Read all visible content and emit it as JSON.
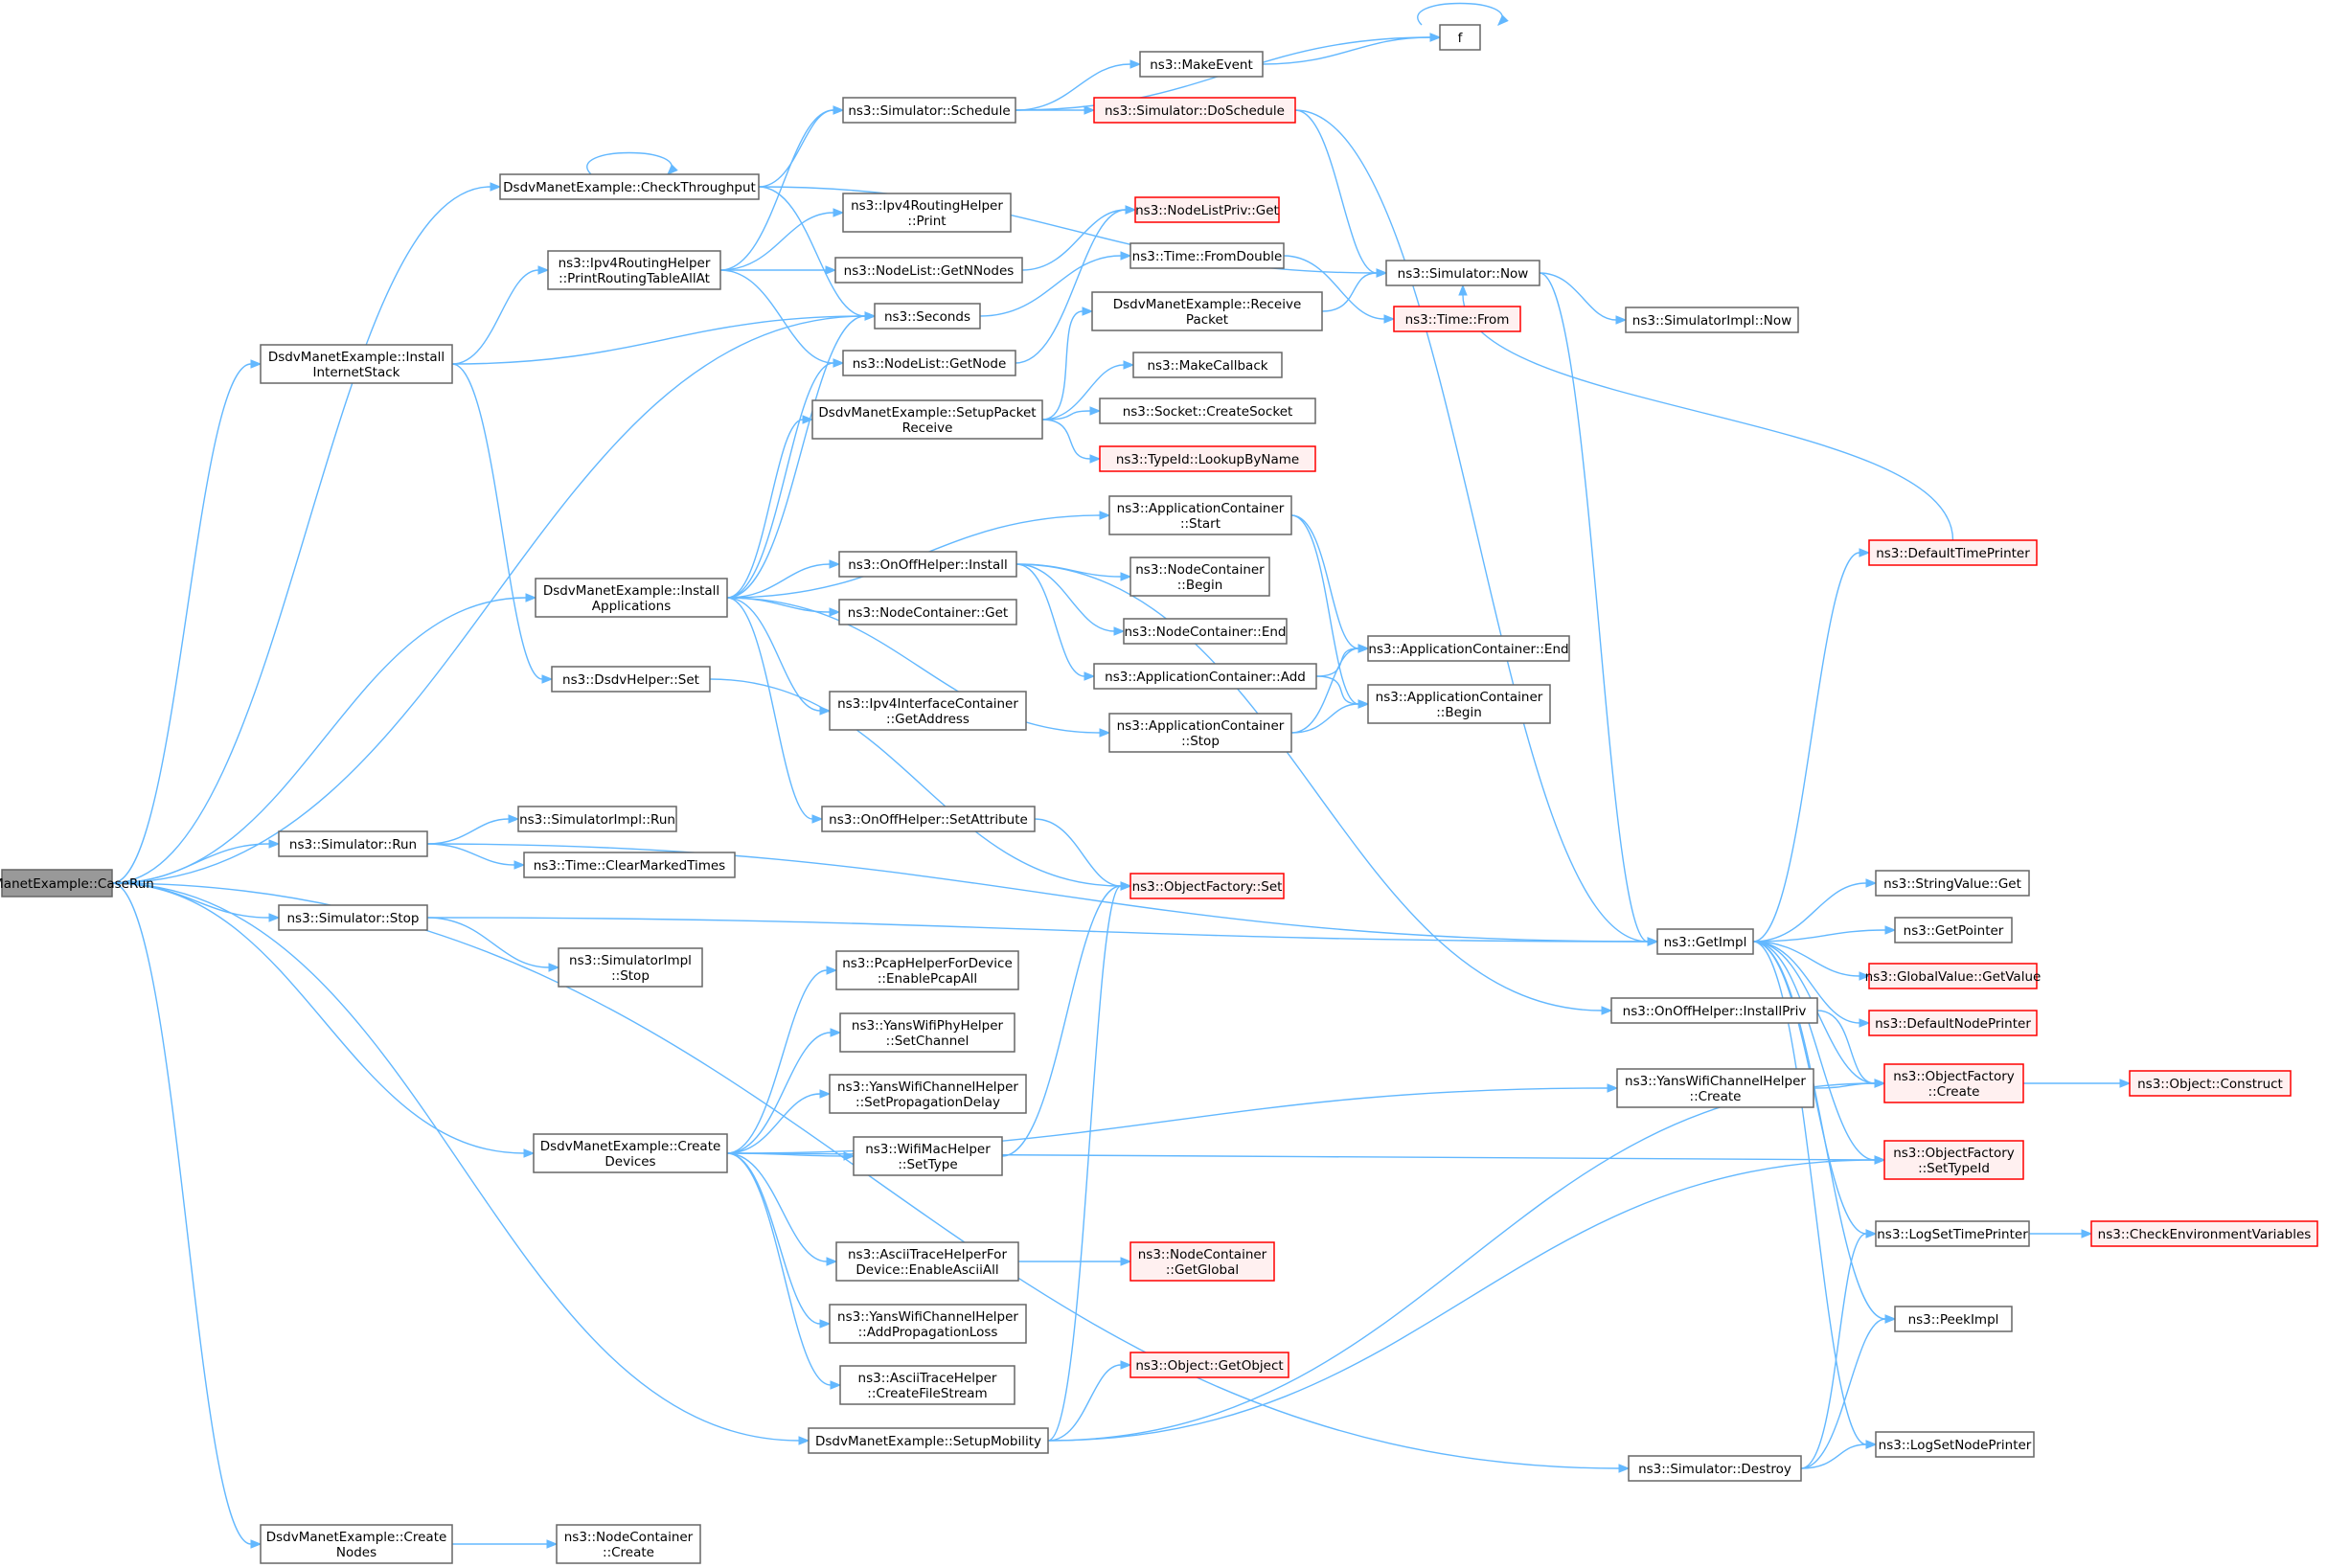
{
  "nodes": [
    {
      "id": "caseRun",
      "lines": [
        "DsdvManetExample::CaseRun"
      ],
      "style": "root"
    },
    {
      "id": "checkThroughput",
      "lines": [
        "DsdvManetExample::CheckThroughput"
      ],
      "style": "normal"
    },
    {
      "id": "installInternetStack",
      "lines": [
        "DsdvManetExample::Install",
        "InternetStack"
      ],
      "style": "normal"
    },
    {
      "id": "installApplications",
      "lines": [
        "DsdvManetExample::Install",
        "Applications"
      ],
      "style": "normal"
    },
    {
      "id": "simRun",
      "lines": [
        "ns3::Simulator::Run"
      ],
      "style": "normal"
    },
    {
      "id": "simStop",
      "lines": [
        "ns3::Simulator::Stop"
      ],
      "style": "normal"
    },
    {
      "id": "createDevices",
      "lines": [
        "DsdvManetExample::Create",
        "Devices"
      ],
      "style": "normal"
    },
    {
      "id": "setupMobility",
      "lines": [
        "DsdvManetExample::SetupMobility"
      ],
      "style": "normal"
    },
    {
      "id": "createNodes",
      "lines": [
        "DsdvManetExample::Create",
        "Nodes"
      ],
      "style": "normal"
    },
    {
      "id": "simDestroy",
      "lines": [
        "ns3::Simulator::Destroy"
      ],
      "style": "normal"
    },
    {
      "id": "schedule",
      "lines": [
        "ns3::Simulator::Schedule"
      ],
      "style": "normal"
    },
    {
      "id": "printRouting",
      "lines": [
        "ns3::Ipv4RoutingHelper",
        "::PrintRoutingTableAllAt"
      ],
      "style": "normal"
    },
    {
      "id": "seconds",
      "lines": [
        "ns3::Seconds"
      ],
      "style": "normal"
    },
    {
      "id": "dsdvSet",
      "lines": [
        "ns3::DsdvHelper::Set"
      ],
      "style": "normal"
    },
    {
      "id": "ipv4Print",
      "lines": [
        "ns3::Ipv4RoutingHelper",
        "::Print"
      ],
      "style": "normal"
    },
    {
      "id": "getNNodes",
      "lines": [
        "ns3::NodeList::GetNNodes"
      ],
      "style": "normal"
    },
    {
      "id": "getNode",
      "lines": [
        "ns3::NodeList::GetNode"
      ],
      "style": "normal"
    },
    {
      "id": "setupPacketReceive",
      "lines": [
        "DsdvManetExample::SetupPacket",
        "Receive"
      ],
      "style": "normal"
    },
    {
      "id": "onoffInstall",
      "lines": [
        "ns3::OnOffHelper::Install"
      ],
      "style": "normal"
    },
    {
      "id": "ncGet",
      "lines": [
        "ns3::NodeContainer::Get"
      ],
      "style": "normal"
    },
    {
      "id": "ipv4GetAddress",
      "lines": [
        "ns3::Ipv4InterfaceContainer",
        "::GetAddress"
      ],
      "style": "normal"
    },
    {
      "id": "onoffSetAttr",
      "lines": [
        "ns3::OnOffHelper::SetAttribute"
      ],
      "style": "normal"
    },
    {
      "id": "simImplRun",
      "lines": [
        "ns3::SimulatorImpl::Run"
      ],
      "style": "normal"
    },
    {
      "id": "clearMarked",
      "lines": [
        "ns3::Time::ClearMarkedTimes"
      ],
      "style": "normal"
    },
    {
      "id": "simImplStop",
      "lines": [
        "ns3::SimulatorImpl",
        "::Stop"
      ],
      "style": "normal"
    },
    {
      "id": "pcapEnable",
      "lines": [
        "ns3::PcapHelperForDevice",
        "::EnablePcapAll"
      ],
      "style": "normal"
    },
    {
      "id": "yansPhySetChannel",
      "lines": [
        "ns3::YansWifiPhyHelper",
        "::SetChannel"
      ],
      "style": "normal"
    },
    {
      "id": "yansChanSetProp",
      "lines": [
        "ns3::YansWifiChannelHelper",
        "::SetPropagationDelay"
      ],
      "style": "normal"
    },
    {
      "id": "wifiMacSetType",
      "lines": [
        "ns3::WifiMacHelper",
        "::SetType"
      ],
      "style": "normal"
    },
    {
      "id": "asciiEnable",
      "lines": [
        "ns3::AsciiTraceHelperFor",
        "Device::EnableAsciiAll"
      ],
      "style": "normal"
    },
    {
      "id": "yansAddLoss",
      "lines": [
        "ns3::YansWifiChannelHelper",
        "::AddPropagationLoss"
      ],
      "style": "normal"
    },
    {
      "id": "asciiCreateFile",
      "lines": [
        "ns3::AsciiTraceHelper",
        "::CreateFileStream"
      ],
      "style": "normal"
    },
    {
      "id": "ncCreate",
      "lines": [
        "ns3::NodeContainer",
        "::Create"
      ],
      "style": "normal"
    },
    {
      "id": "makeEvent",
      "lines": [
        "ns3::MakeEvent"
      ],
      "style": "normal"
    },
    {
      "id": "doSchedule",
      "lines": [
        "ns3::Simulator::DoSchedule"
      ],
      "style": "red"
    },
    {
      "id": "nlpGet",
      "lines": [
        "ns3::NodeListPriv::Get"
      ],
      "style": "red"
    },
    {
      "id": "fromDouble",
      "lines": [
        "ns3::Time::FromDouble"
      ],
      "style": "normal"
    },
    {
      "id": "receivePacket",
      "lines": [
        "DsdvManetExample::Receive",
        "Packet"
      ],
      "style": "normal"
    },
    {
      "id": "makeCallback",
      "lines": [
        "ns3::MakeCallback"
      ],
      "style": "normal"
    },
    {
      "id": "createSocket",
      "lines": [
        "ns3::Socket::CreateSocket"
      ],
      "style": "normal"
    },
    {
      "id": "lookupByName",
      "lines": [
        "ns3::TypeId::LookupByName"
      ],
      "style": "red"
    },
    {
      "id": "acStart",
      "lines": [
        "ns3::ApplicationContainer",
        "::Start"
      ],
      "style": "normal"
    },
    {
      "id": "ncBegin",
      "lines": [
        "ns3::NodeContainer",
        "::Begin"
      ],
      "style": "normal"
    },
    {
      "id": "ncEnd",
      "lines": [
        "ns3::NodeContainer::End"
      ],
      "style": "normal"
    },
    {
      "id": "acAdd",
      "lines": [
        "ns3::ApplicationContainer::Add"
      ],
      "style": "normal"
    },
    {
      "id": "acStop",
      "lines": [
        "ns3::ApplicationContainer",
        "::Stop"
      ],
      "style": "normal"
    },
    {
      "id": "ofSet",
      "lines": [
        "ns3::ObjectFactory::Set"
      ],
      "style": "red"
    },
    {
      "id": "ncGetGlobal",
      "lines": [
        "ns3::NodeContainer",
        "::GetGlobal"
      ],
      "style": "red"
    },
    {
      "id": "getObject",
      "lines": [
        "ns3::Object::GetObject"
      ],
      "style": "red"
    },
    {
      "id": "fFunc",
      "lines": [
        "f"
      ],
      "style": "normal"
    },
    {
      "id": "simNow",
      "lines": [
        "ns3::Simulator::Now"
      ],
      "style": "normal"
    },
    {
      "id": "timeFrom",
      "lines": [
        "ns3::Time::From"
      ],
      "style": "red"
    },
    {
      "id": "acEnd",
      "lines": [
        "ns3::ApplicationContainer::End"
      ],
      "style": "normal"
    },
    {
      "id": "acBegin",
      "lines": [
        "ns3::ApplicationContainer",
        "::Begin"
      ],
      "style": "normal"
    },
    {
      "id": "getImpl",
      "lines": [
        "ns3::GetImpl"
      ],
      "style": "normal"
    },
    {
      "id": "installPriv",
      "lines": [
        "ns3::OnOffHelper::InstallPriv"
      ],
      "style": "normal"
    },
    {
      "id": "yansChanCreate",
      "lines": [
        "ns3::YansWifiChannelHelper",
        "::Create"
      ],
      "style": "normal"
    },
    {
      "id": "simImplNow",
      "lines": [
        "ns3::SimulatorImpl::Now"
      ],
      "style": "normal"
    },
    {
      "id": "defaultTimePrinter",
      "lines": [
        "ns3::DefaultTimePrinter"
      ],
      "style": "red"
    },
    {
      "id": "stringValueGet",
      "lines": [
        "ns3::StringValue::Get"
      ],
      "style": "normal"
    },
    {
      "id": "getPointer",
      "lines": [
        "ns3::GetPointer"
      ],
      "style": "normal"
    },
    {
      "id": "globalGetValue",
      "lines": [
        "ns3::GlobalValue::GetValue"
      ],
      "style": "red"
    },
    {
      "id": "defaultNodePrinter",
      "lines": [
        "ns3::DefaultNodePrinter"
      ],
      "style": "red"
    },
    {
      "id": "ofCreate",
      "lines": [
        "ns3::ObjectFactory",
        "::Create"
      ],
      "style": "red"
    },
    {
      "id": "ofSetTypeId",
      "lines": [
        "ns3::ObjectFactory",
        "::SetTypeId"
      ],
      "style": "red"
    },
    {
      "id": "logSetTimePrinter",
      "lines": [
        "ns3::LogSetTimePrinter"
      ],
      "style": "normal"
    },
    {
      "id": "peekImpl",
      "lines": [
        "ns3::PeekImpl"
      ],
      "style": "normal"
    },
    {
      "id": "logSetNodePrinter",
      "lines": [
        "ns3::LogSetNodePrinter"
      ],
      "style": "normal"
    },
    {
      "id": "objConstruct",
      "lines": [
        "ns3::Object::Construct"
      ],
      "style": "red"
    },
    {
      "id": "checkEnvVars",
      "lines": [
        "ns3::CheckEnvironmentVariables"
      ],
      "style": "red"
    }
  ],
  "edges": [
    [
      "caseRun",
      "checkThroughput"
    ],
    [
      "caseRun",
      "installInternetStack"
    ],
    [
      "caseRun",
      "seconds"
    ],
    [
      "caseRun",
      "installApplications"
    ],
    [
      "caseRun",
      "simRun"
    ],
    [
      "caseRun",
      "simStop"
    ],
    [
      "caseRun",
      "createDevices"
    ],
    [
      "caseRun",
      "setupMobility"
    ],
    [
      "caseRun",
      "simDestroy"
    ],
    [
      "caseRun",
      "createNodes"
    ],
    [
      "checkThroughput",
      "checkThroughput"
    ],
    [
      "checkThroughput",
      "schedule"
    ],
    [
      "checkThroughput",
      "seconds"
    ],
    [
      "checkThroughput",
      "simNow"
    ],
    [
      "installInternetStack",
      "printRouting"
    ],
    [
      "installInternetStack",
      "seconds"
    ],
    [
      "installInternetStack",
      "dsdvSet"
    ],
    [
      "printRouting",
      "schedule"
    ],
    [
      "printRouting",
      "ipv4Print"
    ],
    [
      "printRouting",
      "getNNodes"
    ],
    [
      "printRouting",
      "getNode"
    ],
    [
      "installApplications",
      "seconds"
    ],
    [
      "installApplications",
      "getNode"
    ],
    [
      "installApplications",
      "setupPacketReceive"
    ],
    [
      "installApplications",
      "acStart"
    ],
    [
      "installApplications",
      "onoffInstall"
    ],
    [
      "installApplications",
      "ncGet"
    ],
    [
      "installApplications",
      "ipv4GetAddress"
    ],
    [
      "installApplications",
      "acStop"
    ],
    [
      "installApplications",
      "onoffSetAttr"
    ],
    [
      "dsdvSet",
      "ofSet"
    ],
    [
      "simRun",
      "simImplRun"
    ],
    [
      "simRun",
      "clearMarked"
    ],
    [
      "simRun",
      "getImpl"
    ],
    [
      "simStop",
      "simImplStop"
    ],
    [
      "simStop",
      "getImpl"
    ],
    [
      "createDevices",
      "pcapEnable"
    ],
    [
      "createDevices",
      "yansPhySetChannel"
    ],
    [
      "createDevices",
      "yansChanSetProp"
    ],
    [
      "createDevices",
      "wifiMacSetType"
    ],
    [
      "createDevices",
      "yansChanCreate"
    ],
    [
      "createDevices",
      "ofSetTypeId"
    ],
    [
      "createDevices",
      "asciiEnable"
    ],
    [
      "createDevices",
      "yansAddLoss"
    ],
    [
      "createDevices",
      "asciiCreateFile"
    ],
    [
      "setupMobility",
      "getObject"
    ],
    [
      "setupMobility",
      "ofSet"
    ],
    [
      "setupMobility",
      "ofCreate"
    ],
    [
      "setupMobility",
      "ofSetTypeId"
    ],
    [
      "createNodes",
      "ncCreate"
    ],
    [
      "simDestroy",
      "logSetTimePrinter"
    ],
    [
      "simDestroy",
      "peekImpl"
    ],
    [
      "simDestroy",
      "logSetNodePrinter"
    ],
    [
      "schedule",
      "fFunc"
    ],
    [
      "schedule",
      "makeEvent"
    ],
    [
      "schedule",
      "doSchedule"
    ],
    [
      "makeEvent",
      "fFunc"
    ],
    [
      "fFunc",
      "fFunc"
    ],
    [
      "doSchedule",
      "simNow"
    ],
    [
      "doSchedule",
      "getImpl"
    ],
    [
      "getNNodes",
      "nlpGet"
    ],
    [
      "getNode",
      "nlpGet"
    ],
    [
      "seconds",
      "fromDouble"
    ],
    [
      "fromDouble",
      "timeFrom"
    ],
    [
      "setupPacketReceive",
      "receivePacket"
    ],
    [
      "setupPacketReceive",
      "makeCallback"
    ],
    [
      "setupPacketReceive",
      "createSocket"
    ],
    [
      "setupPacketReceive",
      "lookupByName"
    ],
    [
      "receivePacket",
      "simNow"
    ],
    [
      "acStart",
      "acEnd"
    ],
    [
      "acStart",
      "acBegin"
    ],
    [
      "onoffInstall",
      "ncBegin"
    ],
    [
      "onoffInstall",
      "ncEnd"
    ],
    [
      "onoffInstall",
      "acAdd"
    ],
    [
      "onoffInstall",
      "installPriv"
    ],
    [
      "acAdd",
      "acEnd"
    ],
    [
      "acAdd",
      "acBegin"
    ],
    [
      "acStop",
      "acEnd"
    ],
    [
      "acStop",
      "acBegin"
    ],
    [
      "onoffSetAttr",
      "ofSet"
    ],
    [
      "wifiMacSetType",
      "ofSet"
    ],
    [
      "asciiEnable",
      "ncGetGlobal"
    ],
    [
      "simNow",
      "getImpl"
    ],
    [
      "simNow",
      "simImplNow"
    ],
    [
      "getImpl",
      "defaultTimePrinter"
    ],
    [
      "getImpl",
      "stringValueGet"
    ],
    [
      "getImpl",
      "getPointer"
    ],
    [
      "getImpl",
      "globalGetValue"
    ],
    [
      "getImpl",
      "defaultNodePrinter"
    ],
    [
      "getImpl",
      "ofCreate"
    ],
    [
      "getImpl",
      "ofSetTypeId"
    ],
    [
      "getImpl",
      "logSetTimePrinter"
    ],
    [
      "getImpl",
      "peekImpl"
    ],
    [
      "getImpl",
      "logSetNodePrinter"
    ],
    [
      "defaultTimePrinter",
      "simNow"
    ],
    [
      "installPriv",
      "ofCreate"
    ],
    [
      "yansChanCreate",
      "ofCreate"
    ],
    [
      "ofCreate",
      "objConstruct"
    ],
    [
      "logSetTimePrinter",
      "checkEnvVars"
    ]
  ]
}
